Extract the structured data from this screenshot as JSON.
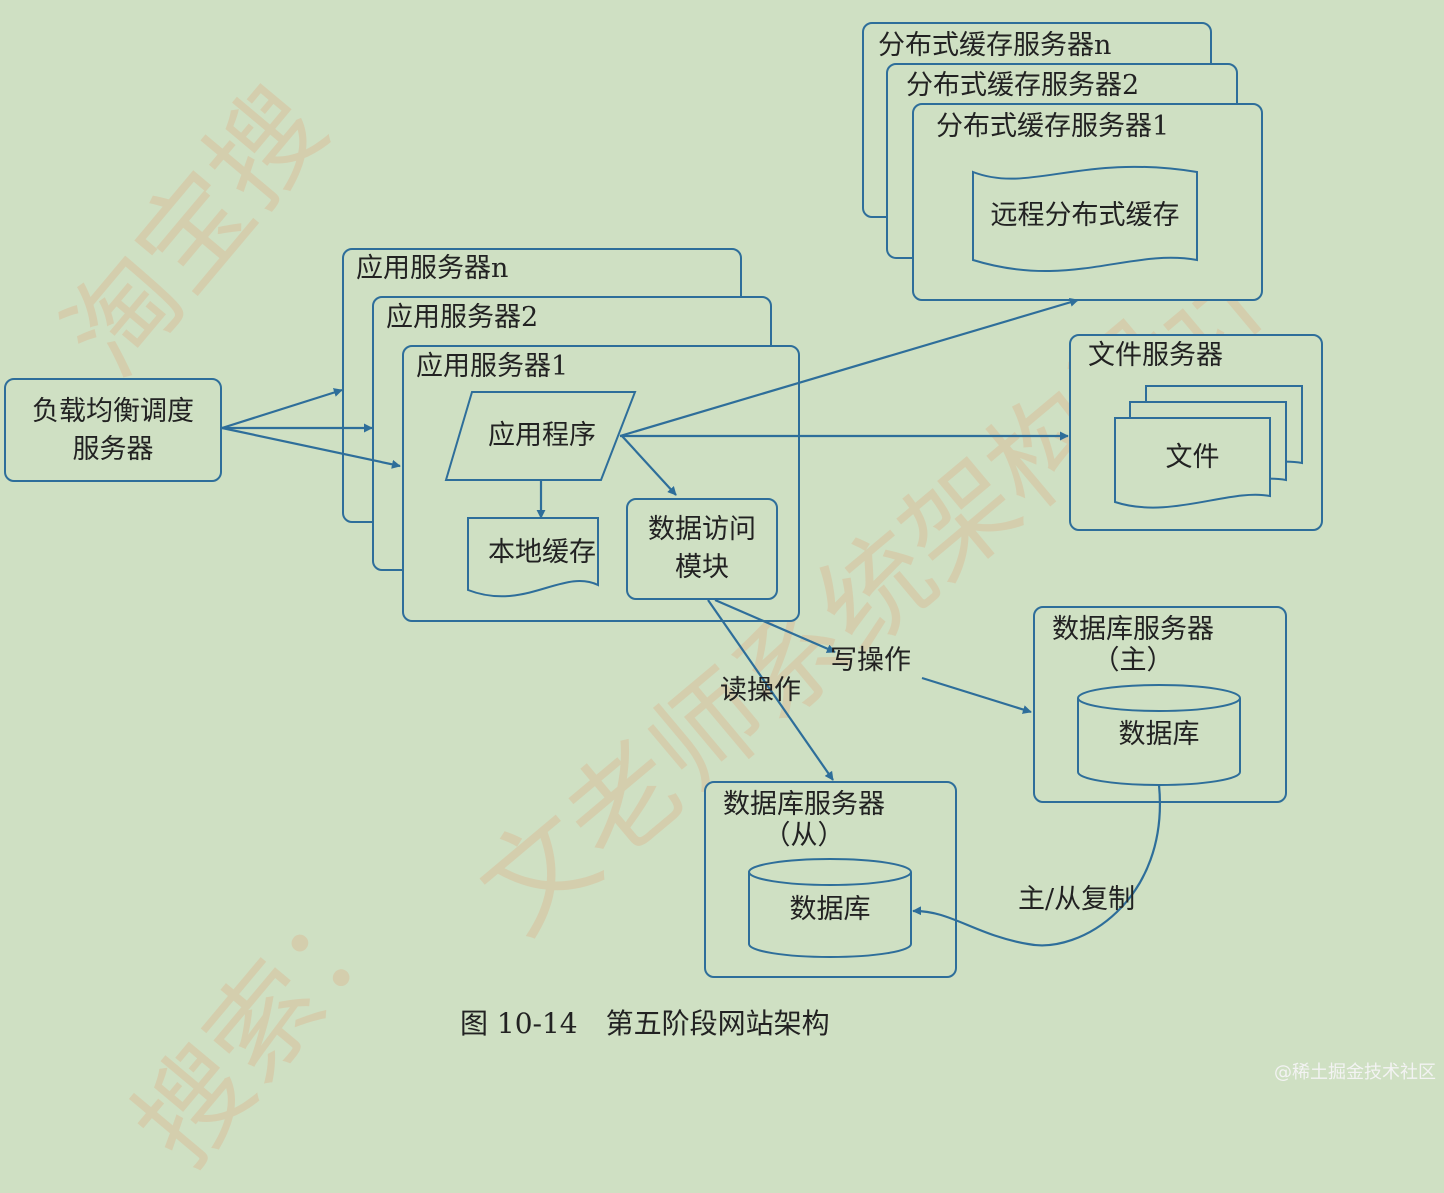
{
  "watermark": {
    "lines": [
      "淘宝搜",
      "文老师系统架构设计",
      "搜索："
    ]
  },
  "load_balancer": {
    "line1": "负载均衡调度",
    "line2": "服务器"
  },
  "app_servers": {
    "n": "应用服务器n",
    "s2": "应用服务器2",
    "s1": "应用服务器1"
  },
  "app_program": "应用程序",
  "local_cache": "本地缓存",
  "data_access": {
    "line1": "数据访问",
    "line2": "模块"
  },
  "dist_cache_servers": {
    "n": "分布式缓存服务器n",
    "s2": "分布式缓存服务器2",
    "s1": "分布式缓存服务器1"
  },
  "remote_cache": "远程分布式缓存",
  "file_server": "文件服务器",
  "file": "文件",
  "db_master": {
    "title": "数据库服务器",
    "role": "（主）",
    "db": "数据库"
  },
  "db_slave": {
    "title": "数据库服务器",
    "role": "（从）",
    "db": "数据库"
  },
  "write_op": "写操作",
  "read_op": "读操作",
  "replication": "主/从复制",
  "caption": "图 10-14　第五阶段网站架构",
  "footer": "@稀土掘金技术社区",
  "colors": {
    "background": "#cfe0c3",
    "line": "#2e6e9a",
    "watermark": "#e1a078"
  }
}
